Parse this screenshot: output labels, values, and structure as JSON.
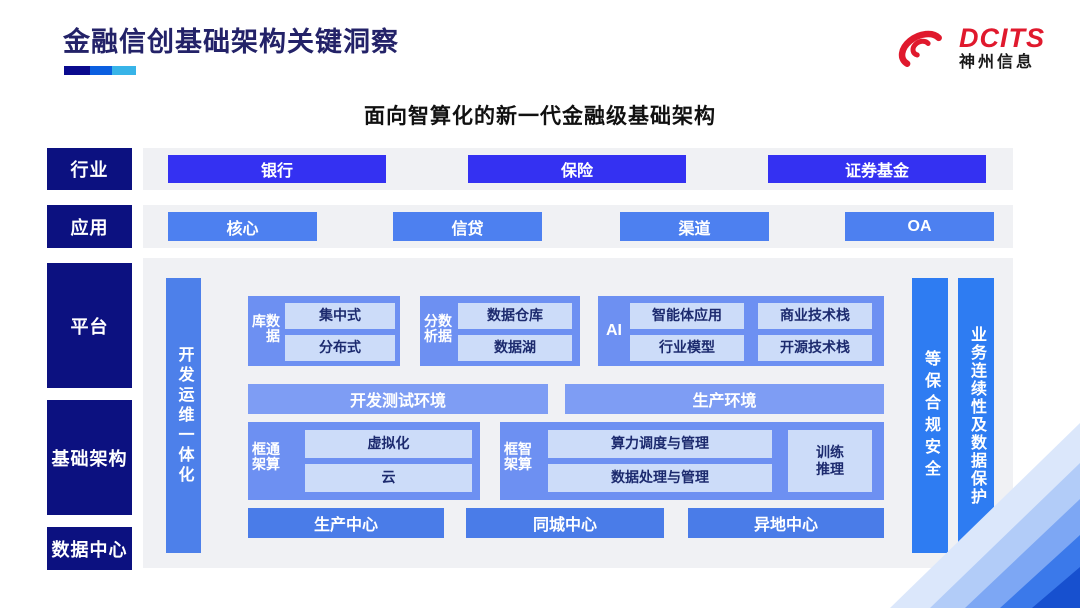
{
  "header": {
    "title": "金融信创基础架构关键洞察",
    "logo": {
      "brand": "DCITS",
      "company": "神州信息"
    }
  },
  "subtitle": "面向智算化的新一代金融级基础架构",
  "diagram": {
    "categories": {
      "industry": "行业",
      "application": "应用",
      "platform": "平台",
      "infrastructure": "基础架构",
      "datacenter": "数据中心"
    },
    "industry": {
      "items": [
        "银行",
        "保险",
        "证券基金"
      ]
    },
    "application": {
      "items": [
        "核心",
        "信贷",
        "渠道",
        "OA"
      ]
    },
    "devops_bar": "开发运维一体化",
    "platform": {
      "database": {
        "label": "数据库",
        "items": [
          "集中式",
          "分布式"
        ]
      },
      "analytics": {
        "label": "数据分析",
        "items": [
          "数据仓库",
          "数据湖"
        ]
      },
      "ai": {
        "label": "AI",
        "items": [
          "智能体应用",
          "商业技术栈",
          "行业模型",
          "开源技术栈"
        ]
      },
      "environments": [
        "开发测试环境",
        "生产环境"
      ]
    },
    "infrastructure": {
      "general_compute": {
        "label": "通算框架",
        "items": [
          "虚拟化",
          "云"
        ]
      },
      "intelligent_compute": {
        "label": "智算框架",
        "items": [
          "算力调度与管理",
          "数据处理与管理"
        ],
        "side_item": "训练\n推理"
      }
    },
    "datacenters": [
      "生产中心",
      "同城中心",
      "异地中心"
    ],
    "right_bars": [
      "等保合规安全",
      "业务连续性及数据保护"
    ],
    "colors": {
      "category_navy": "#0c1180",
      "industry_button": "#3431f2",
      "application_button": "#4d80f0",
      "container_blue": "#6d90f2",
      "inner_light_blue": "#ccdcf9",
      "env_bar": "#7e9df4",
      "devops_bar": "#4d80ea",
      "datacenter_bar": "#4a7ce8",
      "right_bar": "#2e7cf2",
      "panel_gray": "#f0f1f4",
      "brand_red": "#e0192d"
    }
  }
}
